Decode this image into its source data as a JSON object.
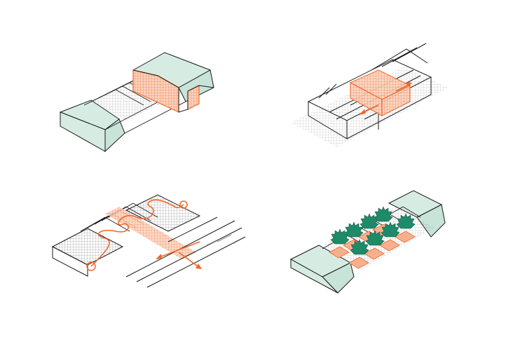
{
  "colors": {
    "background": "#ffffff",
    "line": "#1a1a1a",
    "hatch": "#6e6e6e",
    "mint": "#d6ece3",
    "orange": "#f0682a",
    "orange_light": "#f7b08e",
    "green": "#1e8a6a"
  },
  "panels": [
    {
      "id": "existing-hall",
      "variant": "hall-with-office"
    },
    {
      "id": "frame-insert",
      "variant": "open-frame-with-core"
    },
    {
      "id": "circulation-routes",
      "variant": "paths-and-rails"
    },
    {
      "id": "planted-courts",
      "variant": "trees-in-bays"
    }
  ]
}
